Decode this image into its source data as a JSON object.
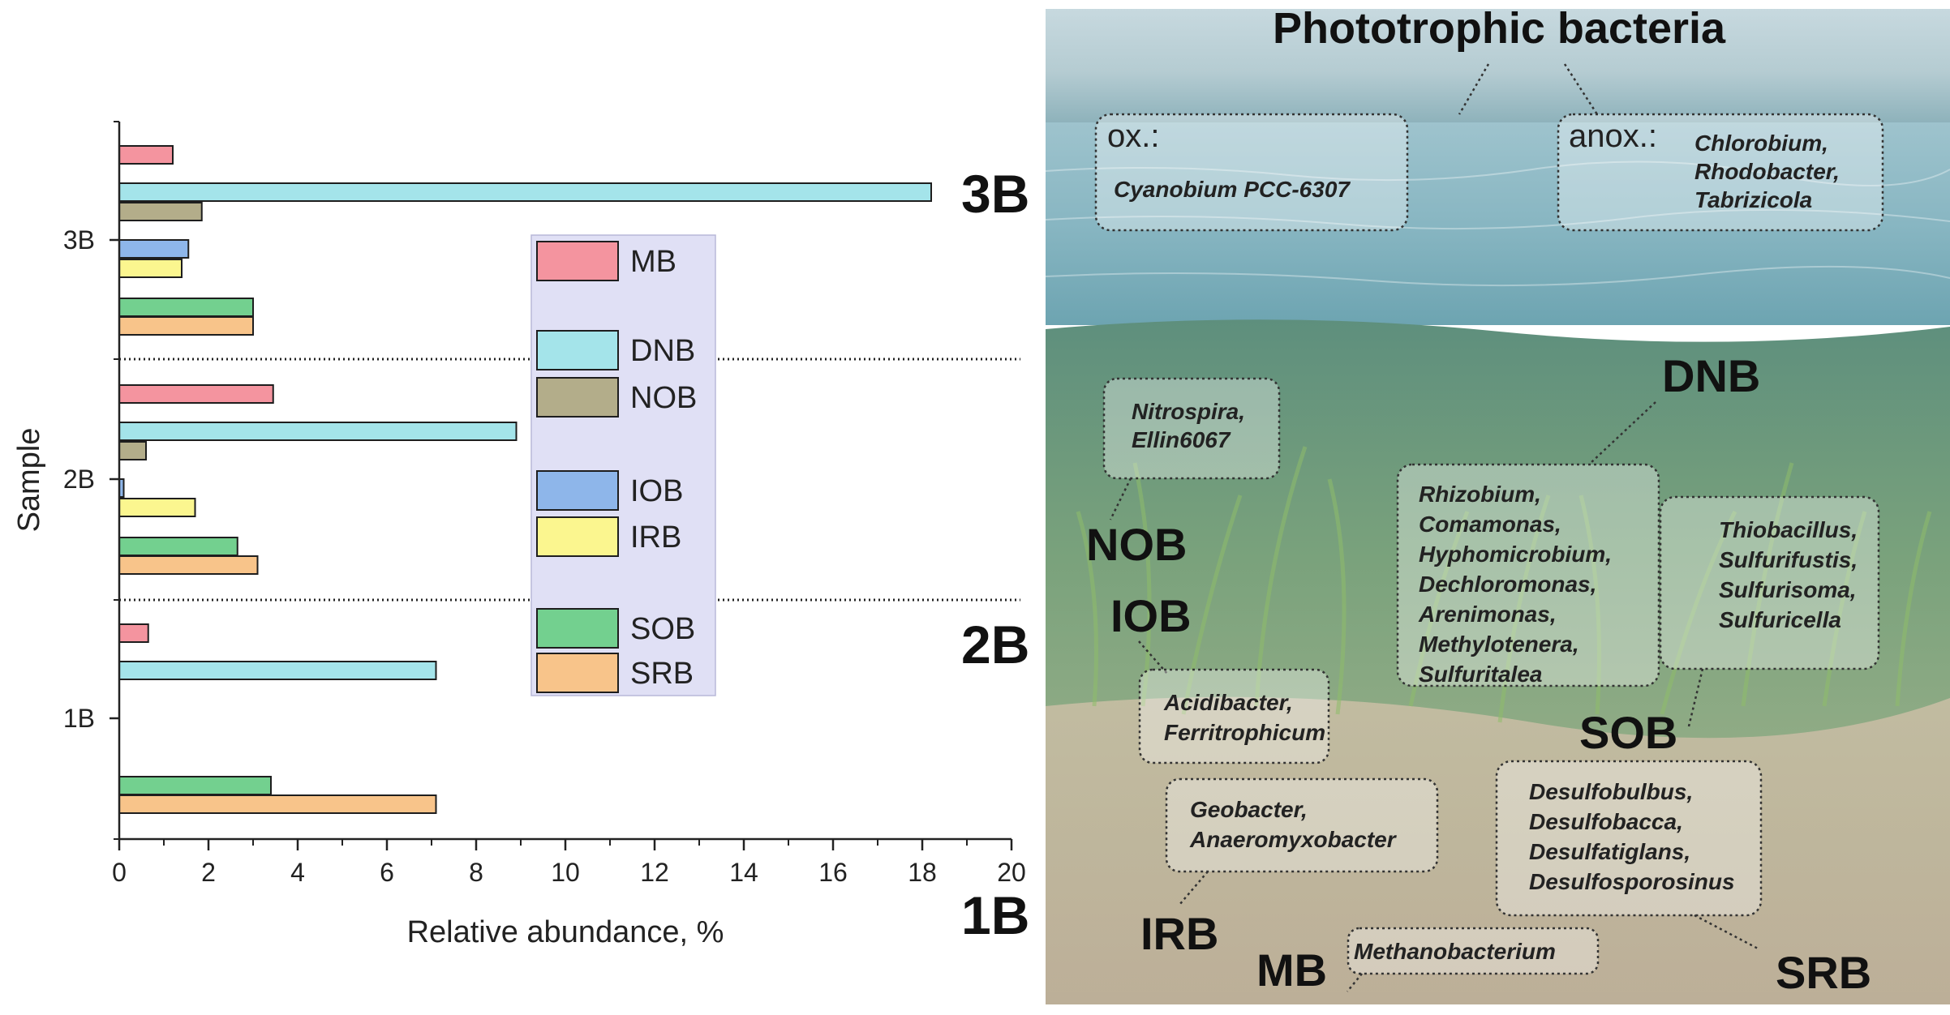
{
  "chart_data": {
    "type": "bar",
    "orientation": "horizontal",
    "xlabel": "Relative abundance, %",
    "ylabel": "Sample",
    "xlim": [
      0,
      20
    ],
    "x_ticks": [
      0,
      2,
      4,
      6,
      8,
      10,
      12,
      14,
      16,
      18,
      20
    ],
    "categories": [
      "3B",
      "2B",
      "1B"
    ],
    "group_labels": [
      "3B",
      "2B",
      "1B"
    ],
    "legend_position": "center",
    "series": [
      {
        "name": "MB",
        "color": "#f4949f",
        "values": {
          "3B": 1.2,
          "2B": 3.45,
          "1B": 0.65
        }
      },
      {
        "name": "DNB",
        "color": "#a4e4ea",
        "values": {
          "3B": 18.2,
          "2B": 8.9,
          "1B": 7.1
        }
      },
      {
        "name": "NOB",
        "color": "#b3ad8a",
        "values": {
          "3B": 1.85,
          "2B": 0.6,
          "1B": 0
        }
      },
      {
        "name": "IOB",
        "color": "#8eb6ea",
        "values": {
          "3B": 1.55,
          "2B": 0.1,
          "1B": 0
        }
      },
      {
        "name": "IRB",
        "color": "#fbf68f",
        "values": {
          "3B": 1.4,
          "2B": 1.7,
          "1B": 0
        }
      },
      {
        "name": "SOB",
        "color": "#73d08f",
        "values": {
          "3B": 3.0,
          "2B": 2.65,
          "1B": 3.4
        }
      },
      {
        "name": "SRB",
        "color": "#f8c48a",
        "values": {
          "3B": 3.0,
          "2B": 3.1,
          "1B": 7.1
        }
      }
    ]
  },
  "scene": {
    "title": "Phototrophic bacteria",
    "ox_label": "ox.:",
    "ox_taxa": "Cyanobium PCC-6307",
    "anox_label": "anox.:",
    "anox_taxa": [
      "Chlorobium,",
      "Rhodobacter,",
      "Tabrizicola"
    ],
    "dnb": {
      "label": "DNB",
      "taxa": [
        "Rhizobium,",
        "Comamonas,",
        "Hyphomicrobium,",
        "Dechloromonas,",
        "Arenimonas,",
        "Methylotenera,",
        "Sulfuritalea"
      ]
    },
    "nob": {
      "label": "NOB",
      "taxa": [
        "Nitrospira,",
        "Ellin6067"
      ]
    },
    "iob": {
      "label": "IOB",
      "taxa": [
        "Acidibacter,",
        "Ferritrophicum"
      ]
    },
    "sob": {
      "label": "SOB",
      "taxa": [
        "Thiobacillus,",
        "Sulfurifustis,",
        "Sulfurisoma,",
        "Sulfuricella"
      ]
    },
    "irb": {
      "label": "IRB",
      "taxa": [
        "Geobacter,",
        "Anaeromyxobacter"
      ]
    },
    "srb": {
      "label": "SRB",
      "taxa": [
        "Desulfobulbus,",
        "Desulfobacca,",
        "Desulfatiglans,",
        "Desulfosporosinus"
      ]
    },
    "mb": {
      "label": "MB",
      "taxa": [
        "Methanobacterium"
      ]
    }
  }
}
